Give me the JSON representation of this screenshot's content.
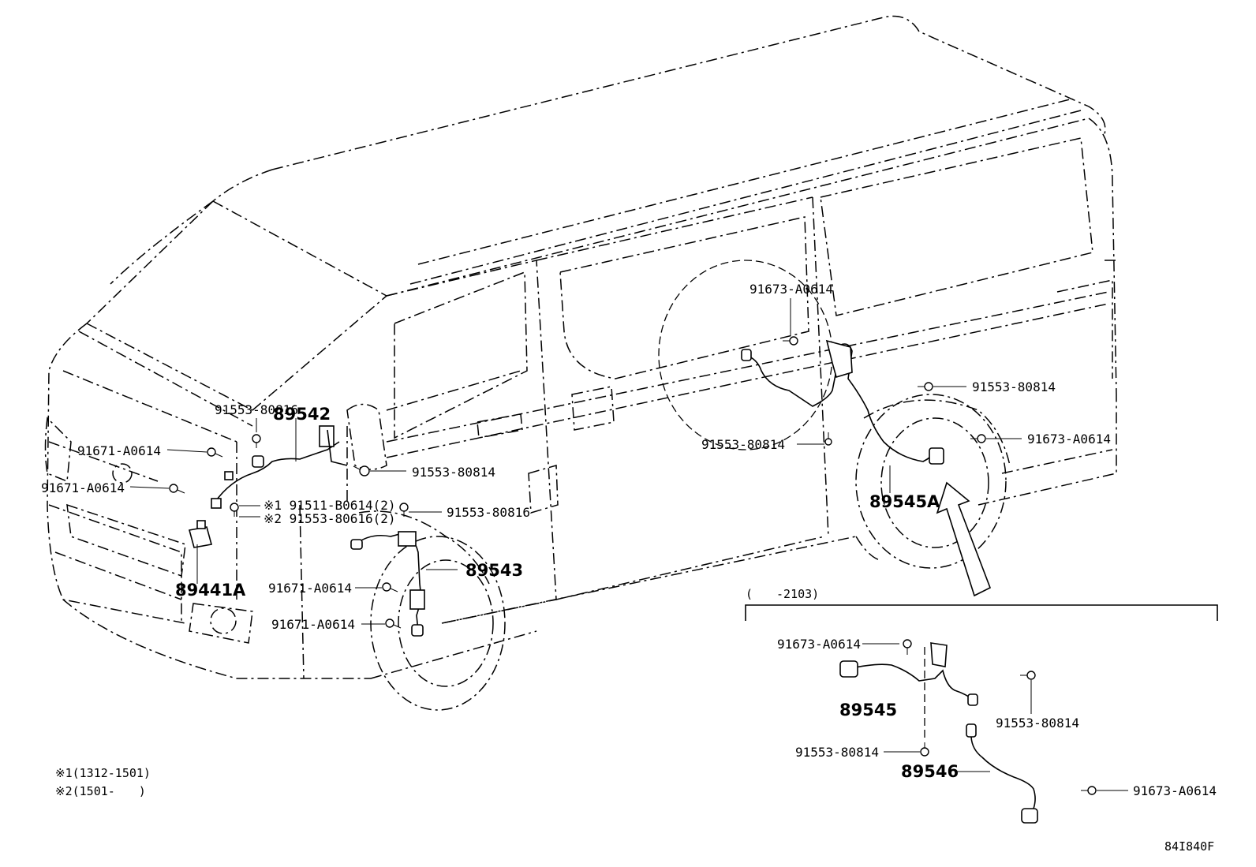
{
  "labels": {
    "p91553_80816_a": "91553-80816",
    "p89542": "89542",
    "p91671_a0614_a": "91671-A0614",
    "p91671_a0614_b": "91671-A0614",
    "p91553_80814_a": "91553-80814",
    "note1_part": "※1 91511-B0614(2)",
    "note2_part": "※2 91553-80616(2)",
    "p91553_80816_b": "91553-80816",
    "p89543": "89543",
    "p89441a": "89441A",
    "p91671_a0614_c": "91671-A0614",
    "p91671_a0614_d": "91671-A0614",
    "p91673_a0614_a": "91673-A0614",
    "p91553_80814_b": "91553-80814",
    "p91553_80814_c": "91553-80814",
    "p91673_a0614_b": "91673-A0614",
    "p89545a": "89545A",
    "inset_range": "(　　-2103)",
    "p91673_a0614_c": "91673-A0614",
    "p89545": "89545",
    "p91553_80814_d": "91553-80814",
    "p91553_80814_e": "91553-80814",
    "p89546": "89546",
    "p91673_a0614_d": "91673-A0614"
  },
  "notes": {
    "note1": "※1(1312-1501)",
    "note2": "※2(1501-　　)"
  },
  "figure_id": "84I840F"
}
